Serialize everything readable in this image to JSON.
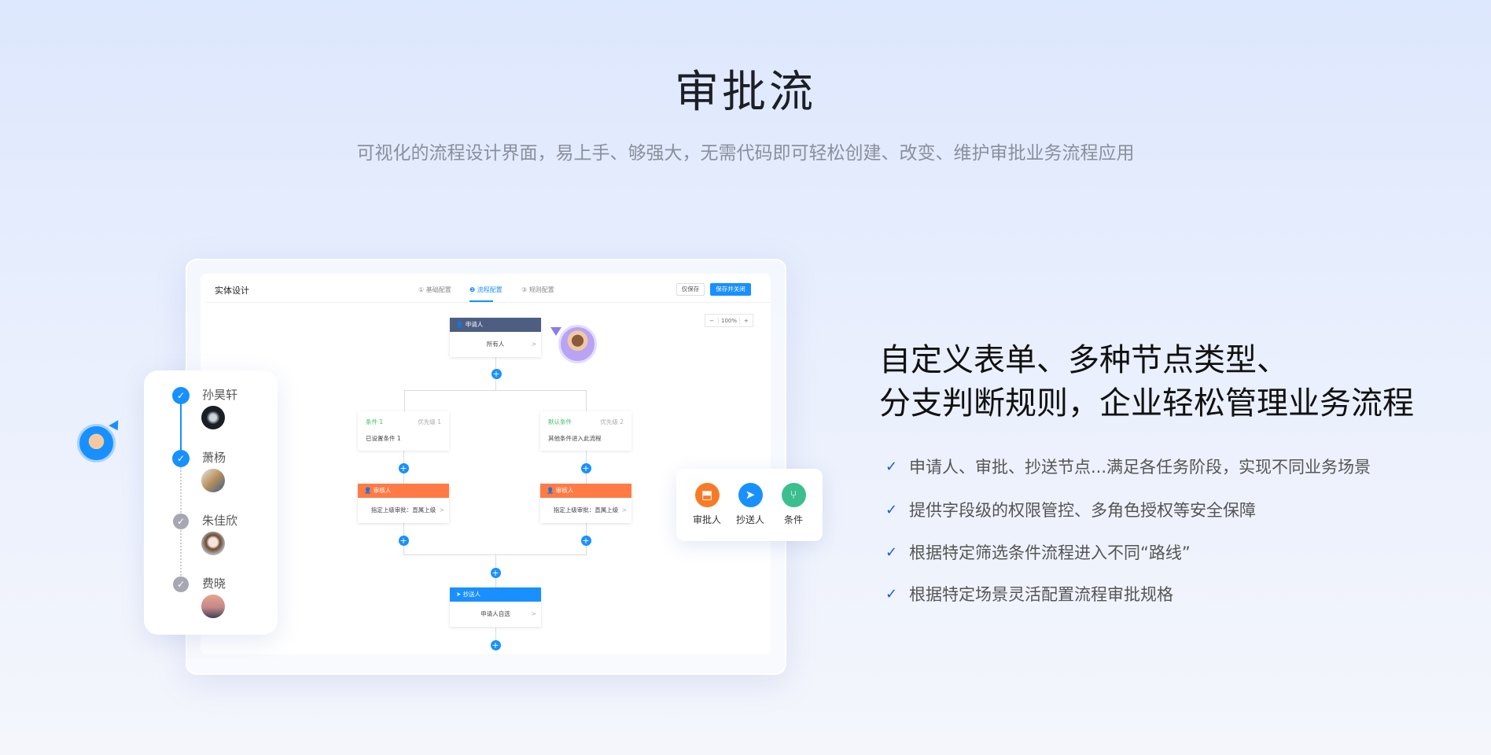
{
  "title": "审批流",
  "subtitle": "可视化的流程设计界面，易上手、够强大，无需代码即可轻松创建、改变、维护审批业务流程应用",
  "mockup": {
    "header_title": "实体设计",
    "tabs": [
      {
        "label": "① 基础配置"
      },
      {
        "label": "❷ 流程配置"
      },
      {
        "label": "③ 规则配置"
      }
    ],
    "save_only": "仅保存",
    "save_close": "保存并关闭",
    "zoom": {
      "minus": "−",
      "value": "100%",
      "plus": "+"
    },
    "applicant": {
      "header": "申请人",
      "body": "所有人"
    },
    "conditions": [
      {
        "name": "条件 1",
        "priority": "优先级 1",
        "desc": "已设置条件 1"
      },
      {
        "name": "默认条件",
        "priority": "优先级 2",
        "desc": "其他条件进入此流程"
      }
    ],
    "reviewers": [
      {
        "header": "审核人",
        "body": "指定上级审批：直属上级"
      },
      {
        "header": "审核人",
        "body": "指定上级审批：直属上级"
      }
    ],
    "cc": {
      "header": "抄送人",
      "body": "申请人自选"
    },
    "chevron": ">"
  },
  "timeline": [
    {
      "name": "孙昊轩",
      "done": true
    },
    {
      "name": "萧杨",
      "done": true
    },
    {
      "name": "朱佳欣",
      "done": false
    },
    {
      "name": "费晓",
      "done": false
    }
  ],
  "tools": [
    {
      "label": "审批人",
      "icon": "stamp-icon",
      "color": "#f77b26"
    },
    {
      "label": "抄送人",
      "icon": "send-icon",
      "color": "#1890ff"
    },
    {
      "label": "条件",
      "icon": "branch-icon",
      "color": "#3cbf8f"
    }
  ],
  "feature": {
    "heading": [
      "自定义表单、多种节点类型、",
      "分支判断规则，企业轻松管理业务流程"
    ],
    "bullets": [
      "申请人、审批、抄送节点...满足各任务阶段，实现不同业务场景",
      "提供字段级的权限管控、多角色授权等安全保障",
      "根据特定筛选条件流程进入不同“路线”",
      "根据特定场景灵活配置流程审批规格"
    ]
  },
  "colors": {
    "accent": "#1890ff",
    "applicant": "#4e5e83",
    "reviewer": "#ff7a45",
    "condition": "#3cbf6a"
  }
}
